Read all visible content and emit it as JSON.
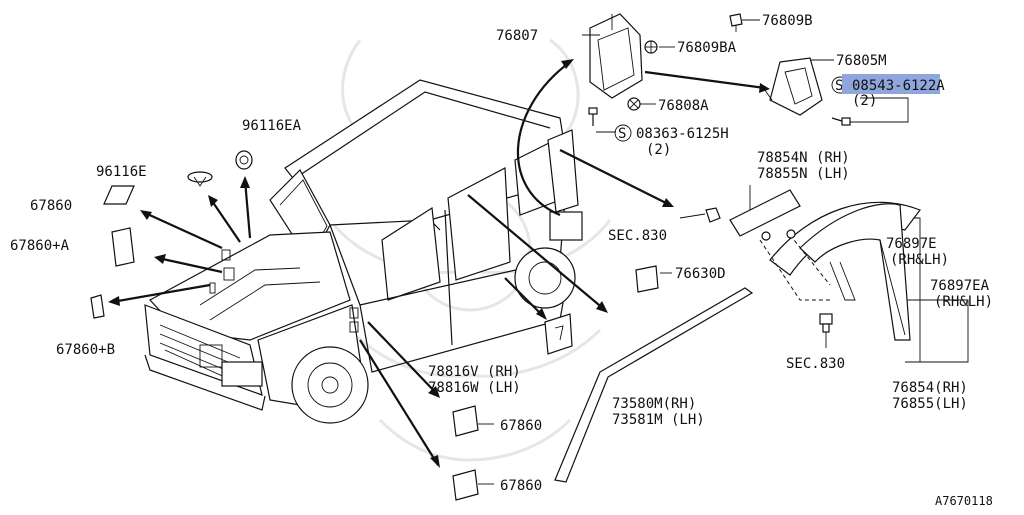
{
  "diagram_id": "A7670118",
  "highlight_color": "#8fa6dd",
  "callouts": {
    "p96116EA": "96116EA",
    "p96116E": "96116E",
    "p67860_left": "67860",
    "p67860A": "67860+A",
    "p67860B": "67860+B",
    "p76807": "76807",
    "p76809BA": "76809BA",
    "p76808A": "76808A",
    "p08363_6125H": "08363-6125H",
    "p08363_qty": "(2)",
    "p76809B": "76809B",
    "p76805M": "76805M",
    "p08543_6122A": "08543-6122A",
    "p08543_qty": "(2)",
    "p78854N": "78854N (RH)",
    "p78855N": "78855N (LH)",
    "sec830_top": "SEC.830",
    "p76630D": "76630D",
    "p76897E": "76897E",
    "p76897E_side": "(RH&LH)",
    "p76897EA": "76897EA",
    "p76897EA_side": "(RH&LH)",
    "sec830_bottom": "SEC.830",
    "p76854": "76854(RH)",
    "p76855": "76855(LH)",
    "p78816V": "78816V (RH)",
    "p78816W": "78816W (LH)",
    "p73580M": "73580M(RH)",
    "p73581M": "73581M (LH)",
    "p67860_mid": "67860",
    "p67860_bottom": "67860",
    "screw_symbol": "S"
  },
  "icons": [
    "screw-symbol-icon",
    "clip-icon",
    "bolt-icon",
    "grommet-icon",
    "plug-icon"
  ]
}
